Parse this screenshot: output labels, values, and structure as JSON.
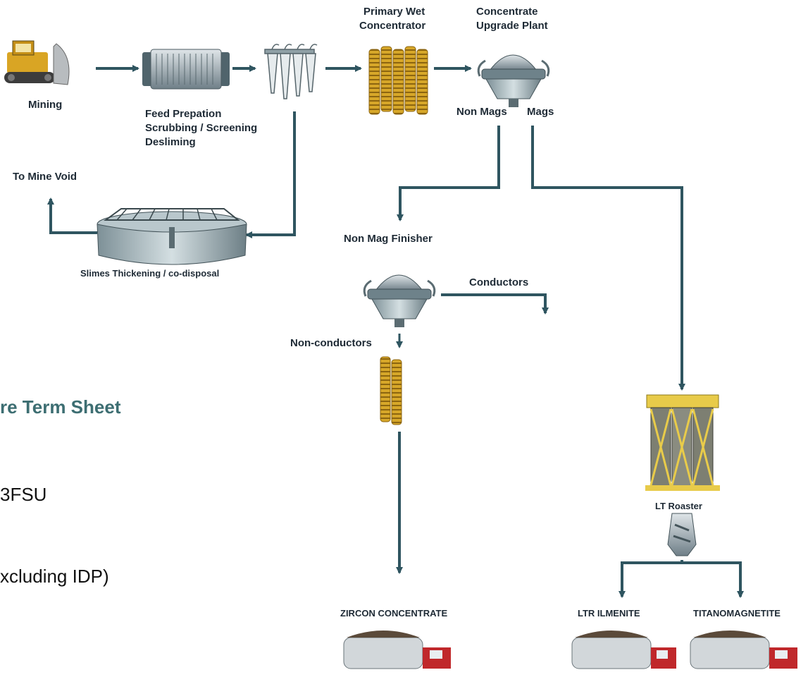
{
  "labels": {
    "mining": "Mining",
    "feed_prep": "Feed Prepation",
    "scrubbing": "Scrubbing / Screening",
    "desliming": "Desliming",
    "to_mine_void": "To Mine Void",
    "slimes": "Slimes Thickening / co-disposal",
    "primary_wet_1": "Primary Wet",
    "primary_wet_2": "Concentrator",
    "cup_1": "Concentrate",
    "cup_2": "Upgrade Plant",
    "non_mags": "Non Mags",
    "mags": "Mags",
    "non_mag_finisher": "Non Mag Finisher",
    "conductors": "Conductors",
    "non_conductors": "Non-conductors",
    "lt_roaster": "LT Roaster",
    "zircon": "ZIRCON CONCENTRATE",
    "ltr_ilmenite": "LTR ILMENITE",
    "titanomagnetite": "TITANOMAGNETITE"
  },
  "slide_text": {
    "heading_fragment": "re Term Sheet",
    "line1_fragment": "3FSU",
    "line2_fragment": "xcluding IDP)"
  },
  "colors": {
    "flow_line": "#2f5560",
    "heading": "#3d6e72",
    "spiral_gold": "#c99a1e",
    "truck_red": "#c0282b",
    "dozer_yellow": "#d9a524"
  }
}
